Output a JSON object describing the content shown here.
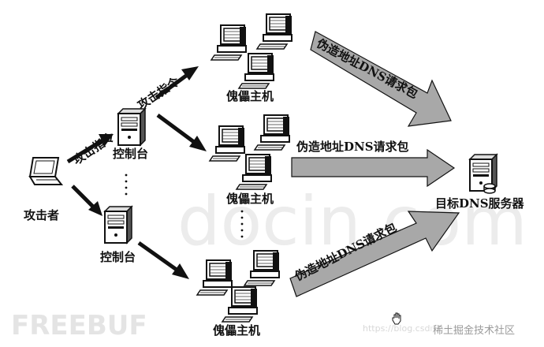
{
  "labels": {
    "attacker": "攻击者",
    "controller": "控制台",
    "puppet_host": "傀儡主机",
    "target_dns": "目标DNS服务器",
    "attack_cmd": "攻击指令",
    "forged_dns": "伪造地址DNS请求包"
  },
  "watermarks": {
    "docin": "docin.com",
    "freebuf": "FREEBUF",
    "juejin": "稀土掘金技术社区",
    "csdn": "https://blog.csdn.net"
  },
  "colors": {
    "ink": "#111111",
    "arrow_gray": "#a8a8a8",
    "watermark": "#e6e6e6"
  }
}
